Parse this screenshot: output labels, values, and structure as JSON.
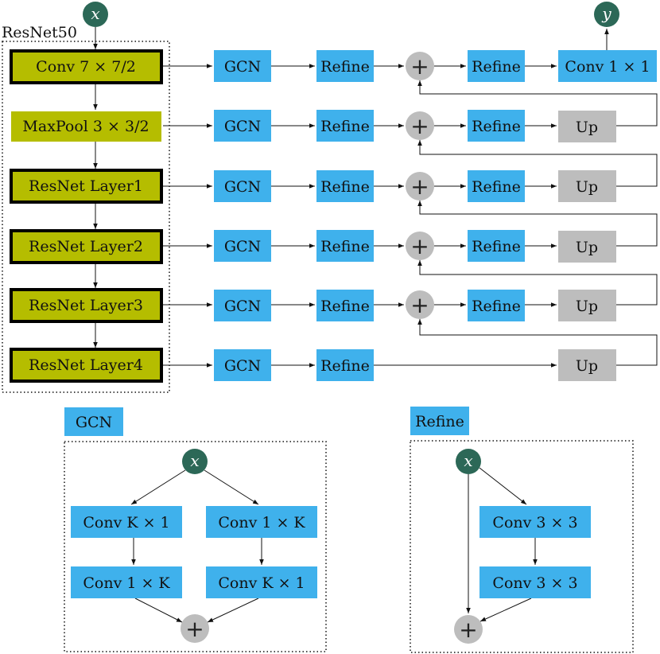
{
  "colors": {
    "resnet_fill": "#b5bd00",
    "blue_fill": "#3fb1ec",
    "up_fill": "#bdbdbd",
    "sum_fill": "#bdbdbd",
    "io_fill": "#2c6857"
  },
  "main": {
    "input_label": "x",
    "output_label": "y",
    "resnet_title": "ResNet50",
    "backbone": [
      "Conv 7 × 7/2",
      "MaxPool 3 × 3/2",
      "ResNet Layer1",
      "ResNet Layer2",
      "ResNet Layer3",
      "ResNet Layer4"
    ],
    "gcn_label": "GCN",
    "refine_label": "Refine",
    "up_label": "Up",
    "sum_symbol": "+",
    "final_conv": "Conv 1 × 1"
  },
  "gcn_module": {
    "title": "GCN",
    "input_label": "x",
    "branch_a": [
      "Conv K × 1",
      "Conv 1 × K"
    ],
    "branch_b": [
      "Conv 1 × K",
      "Conv K × 1"
    ],
    "sum_symbol": "+"
  },
  "refine_module": {
    "title": "Refine",
    "input_label": "x",
    "convs": [
      "Conv 3 × 3",
      "Conv 3 × 3"
    ],
    "sum_symbol": "+"
  }
}
